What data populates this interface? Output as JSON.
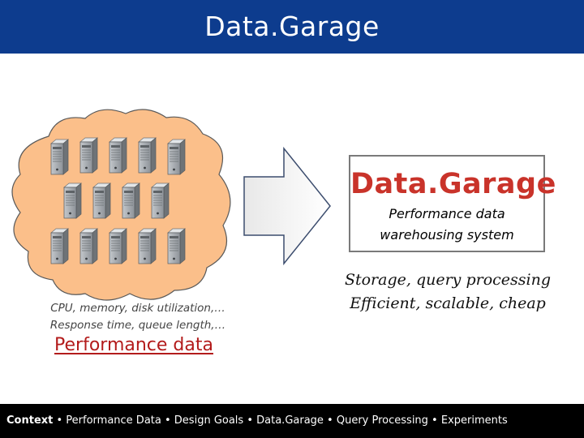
{
  "slide": {
    "title": "Data.Garage"
  },
  "cloud": {
    "icon": "server-tower-icon",
    "server_count": 14,
    "metrics": [
      "CPU, memory, disk utilization,…",
      "Response time, queue length,…"
    ],
    "label": "Performance data"
  },
  "system_box": {
    "logo_text": "Data.Garage",
    "description_lines": [
      "Performance data",
      "warehousing system"
    ]
  },
  "features": [
    "Storage, query processing",
    "Efficient, scalable, cheap"
  ],
  "footer": {
    "current": "Context",
    "separator": " • ",
    "items": [
      "Performance Data",
      "Design Goals",
      "Data.Garage",
      "Query Processing",
      "Experiments"
    ]
  },
  "colors": {
    "header_bg": "#0d3c8e",
    "cloud_fill": "#fbbf8a",
    "logo_red": "#c9332a",
    "perf_label_red": "#b31b1b",
    "arrow_border": "#3c4d6e"
  }
}
